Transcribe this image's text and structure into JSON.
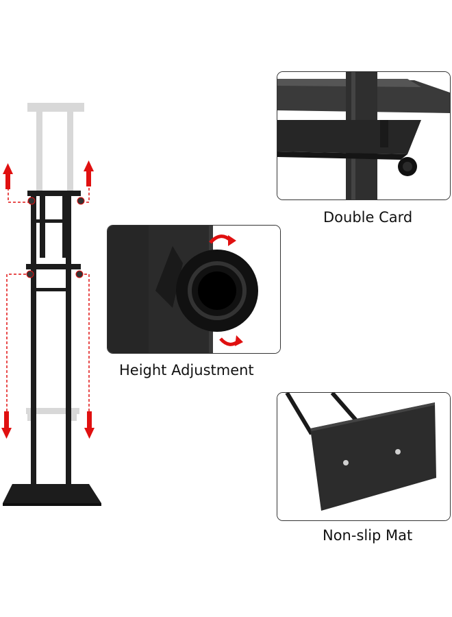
{
  "labels": {
    "double_card": "Double Card",
    "height_adjustment": "Height Adjustment",
    "non_slip_mat": "Non-slip Mat"
  },
  "colors": {
    "arrow": "#e01010",
    "metal": "#1c1c1c",
    "ghost": "#d6d6d6"
  }
}
